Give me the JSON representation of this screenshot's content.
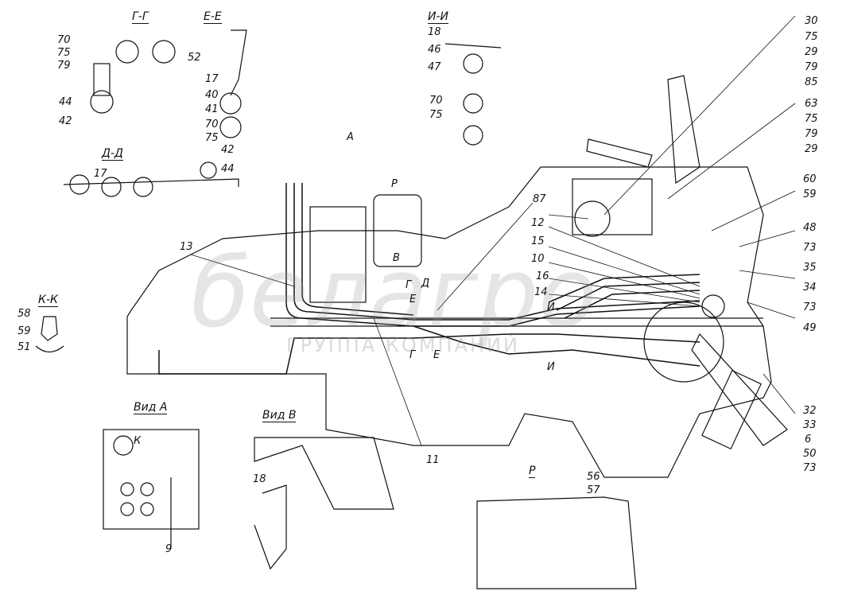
{
  "sections": {
    "gg": "Г-Г",
    "ee": "Е-Е",
    "ii": "И-И",
    "dd": "Д-Д",
    "kk": "К-К",
    "view_a": "Вид А",
    "view_v": "Вид В",
    "p": "Р"
  },
  "markers": {
    "a": "А",
    "b": "В",
    "p": "Р",
    "g": "Г",
    "d": "Д",
    "e": "Е",
    "i": "И",
    "g2": "Г",
    "e2": "Е",
    "i2": "И",
    "k": "К"
  },
  "callouts": {
    "gg": [
      "70",
      "75",
      "79",
      "52",
      "44",
      "42"
    ],
    "ee": [
      "17",
      "40",
      "41",
      "70",
      "75"
    ],
    "ii": [
      "18",
      "46",
      "47",
      "70",
      "75"
    ],
    "right_top_1": [
      "30",
      "75",
      "29",
      "79",
      "85"
    ],
    "right_top_2": [
      "63",
      "75",
      "79",
      "29"
    ],
    "right_mid": [
      "60",
      "59",
      "48",
      "73",
      "35",
      "34",
      "73",
      "49"
    ],
    "right_bottom": [
      "32",
      "33",
      "6",
      "50",
      "73"
    ],
    "main": [
      "87",
      "12",
      "15",
      "10",
      "16",
      "14",
      "13",
      "11"
    ],
    "dd": [
      "17",
      "42",
      "44"
    ],
    "kk": [
      "58",
      "59",
      "51"
    ],
    "view_a": [
      "9"
    ],
    "view_v": [
      "18"
    ],
    "p": [
      "56",
      "57"
    ]
  },
  "watermark": {
    "logo": "белагро",
    "subtitle": "ГРУППА КОМПАНИЙ"
  }
}
